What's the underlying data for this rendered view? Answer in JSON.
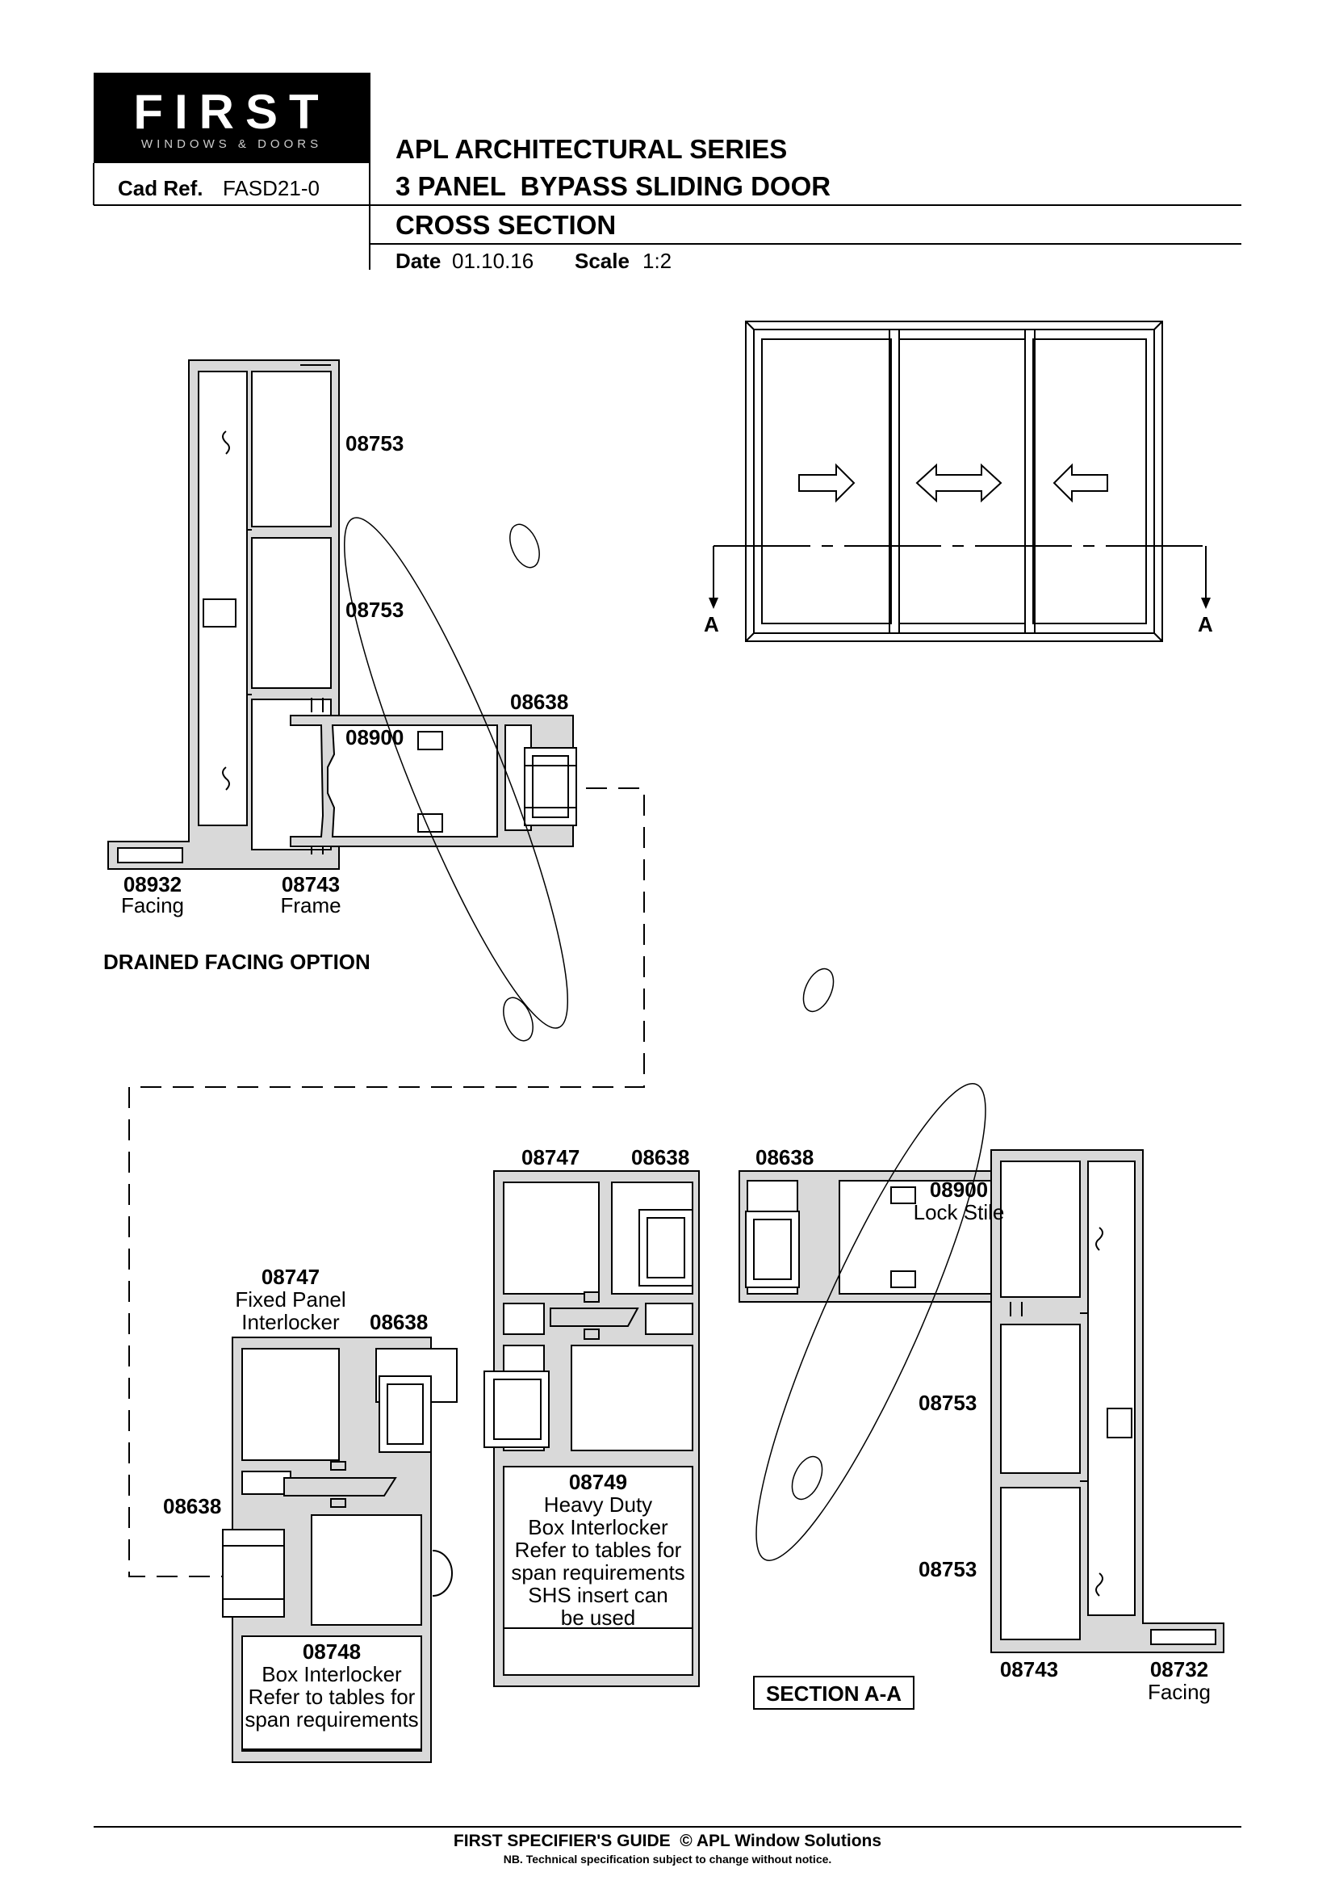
{
  "header": {
    "logo_main": "FIRST",
    "logo_sub": "WINDOWS & DOORS",
    "cad_ref_label": "Cad Ref.",
    "cad_ref_value": "FASD21-0",
    "series": "APL ARCHITECTURAL SERIES",
    "product": "3 PANEL  BYPASS SLIDING DOOR",
    "view": "CROSS SECTION",
    "date_label": "Date",
    "date_value": "01.10.16",
    "scale_label": "Scale",
    "scale_value": "1:2"
  },
  "elevation": {
    "section_mark_left": "A",
    "section_mark_right": "A"
  },
  "upper_detail": {
    "label_08753_a": "08753",
    "label_08753_b": "08753",
    "label_08638": "08638",
    "label_08900": "08900",
    "facing_code": "08932",
    "facing_name": "Facing",
    "frame_code": "08743",
    "frame_name": "Frame",
    "option_title": "DRAINED FACING OPTION"
  },
  "lower_detail": {
    "label_08747_top": "08747",
    "label_08638_top_a": "08638",
    "label_08638_top_b": "08638",
    "lock_stile_code": "08900",
    "lock_stile_name": "Lock Stile",
    "fixed_panel_code": "08747",
    "fixed_panel_line1": "Fixed Panel",
    "fixed_panel_line2": "Interlocker",
    "label_08638_mid": "08638",
    "label_08638_left": "08638",
    "heavy_code": "08749",
    "heavy_lines": [
      "Heavy Duty",
      "Box Interlocker",
      "Refer to tables for",
      "span requirements",
      "SHS insert can",
      "be used"
    ],
    "box_code": "08748",
    "box_lines": [
      "Box Interlocker",
      "Refer to tables for",
      "span requirements"
    ],
    "right_08753_a": "08753",
    "right_08753_b": "08753",
    "right_frame_code": "08743",
    "right_facing_code": "08732",
    "right_facing_name": "Facing",
    "section_label": "SECTION A-A"
  },
  "footer": {
    "title": "FIRST SPECIFIER'S GUIDE  © APL Window Solutions",
    "note": "NB. Technical specification subject to change without notice."
  }
}
